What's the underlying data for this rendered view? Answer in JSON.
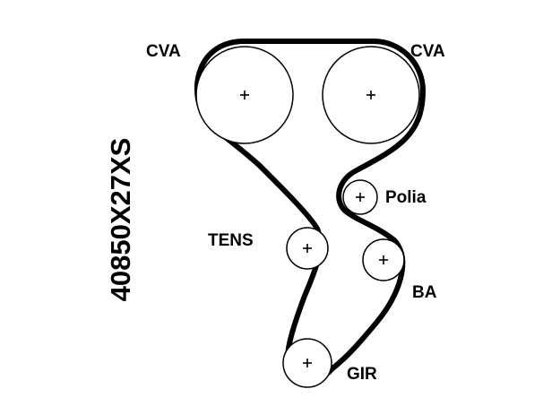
{
  "part_code": "40850X27XS",
  "pulleys": [
    {
      "id": "cva-left",
      "label": "CVA"
    },
    {
      "id": "cva-right",
      "label": "CVA"
    },
    {
      "id": "idler",
      "label": "Polia"
    },
    {
      "id": "tensioner",
      "label": "TENS"
    },
    {
      "id": "water-pump",
      "label": "BA"
    },
    {
      "id": "crankshaft",
      "label": "GIR"
    }
  ],
  "colors": {
    "line": "#000000",
    "background": "#ffffff"
  }
}
